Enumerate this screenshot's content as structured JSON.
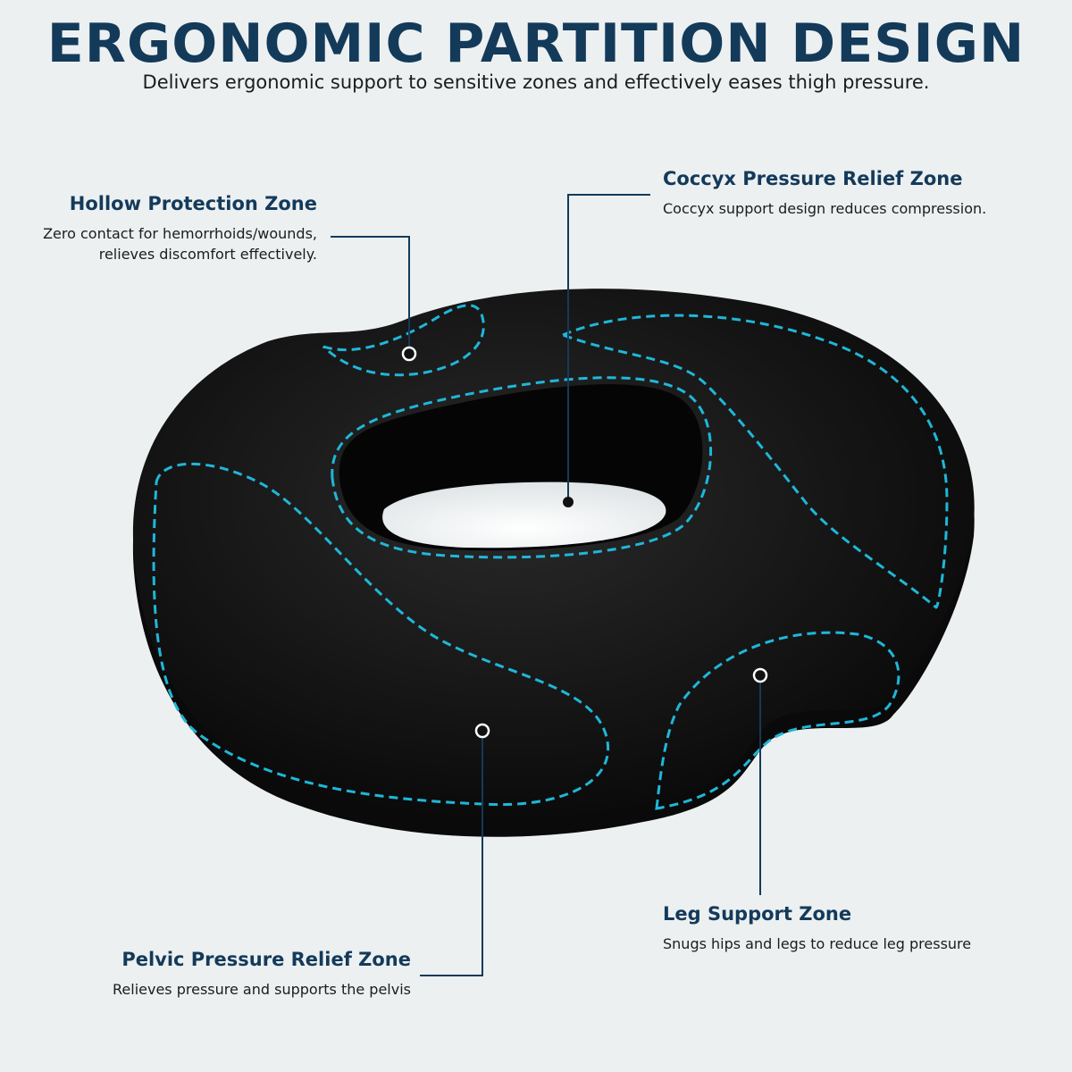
{
  "header": {
    "title": "ERGONOMIC PARTITION DESIGN",
    "subtitle": "Delivers ergonomic support to sensitive zones and effectively eases thigh pressure."
  },
  "zones": {
    "hollow": {
      "heading": "Hollow Protection Zone",
      "line1": "Zero contact for hemorrhoids/wounds,",
      "line2": "relieves discomfort effectively."
    },
    "coccyx": {
      "heading": "Coccyx Pressure Relief Zone",
      "line1": "Coccyx support design reduces compression."
    },
    "leg": {
      "heading": "Leg Support Zone",
      "line1": "Snugs hips and legs to reduce leg pressure"
    },
    "pelvic": {
      "heading": "Pelvic Pressure Relief Zone",
      "line1": "Relieves pressure and supports the pelvis"
    }
  },
  "colors": {
    "heading": "#143a5a",
    "stitch": "#1fb7d8",
    "cushion": "#0d0d0d",
    "background": "#ecf0f1",
    "leader": "#143a5a"
  }
}
